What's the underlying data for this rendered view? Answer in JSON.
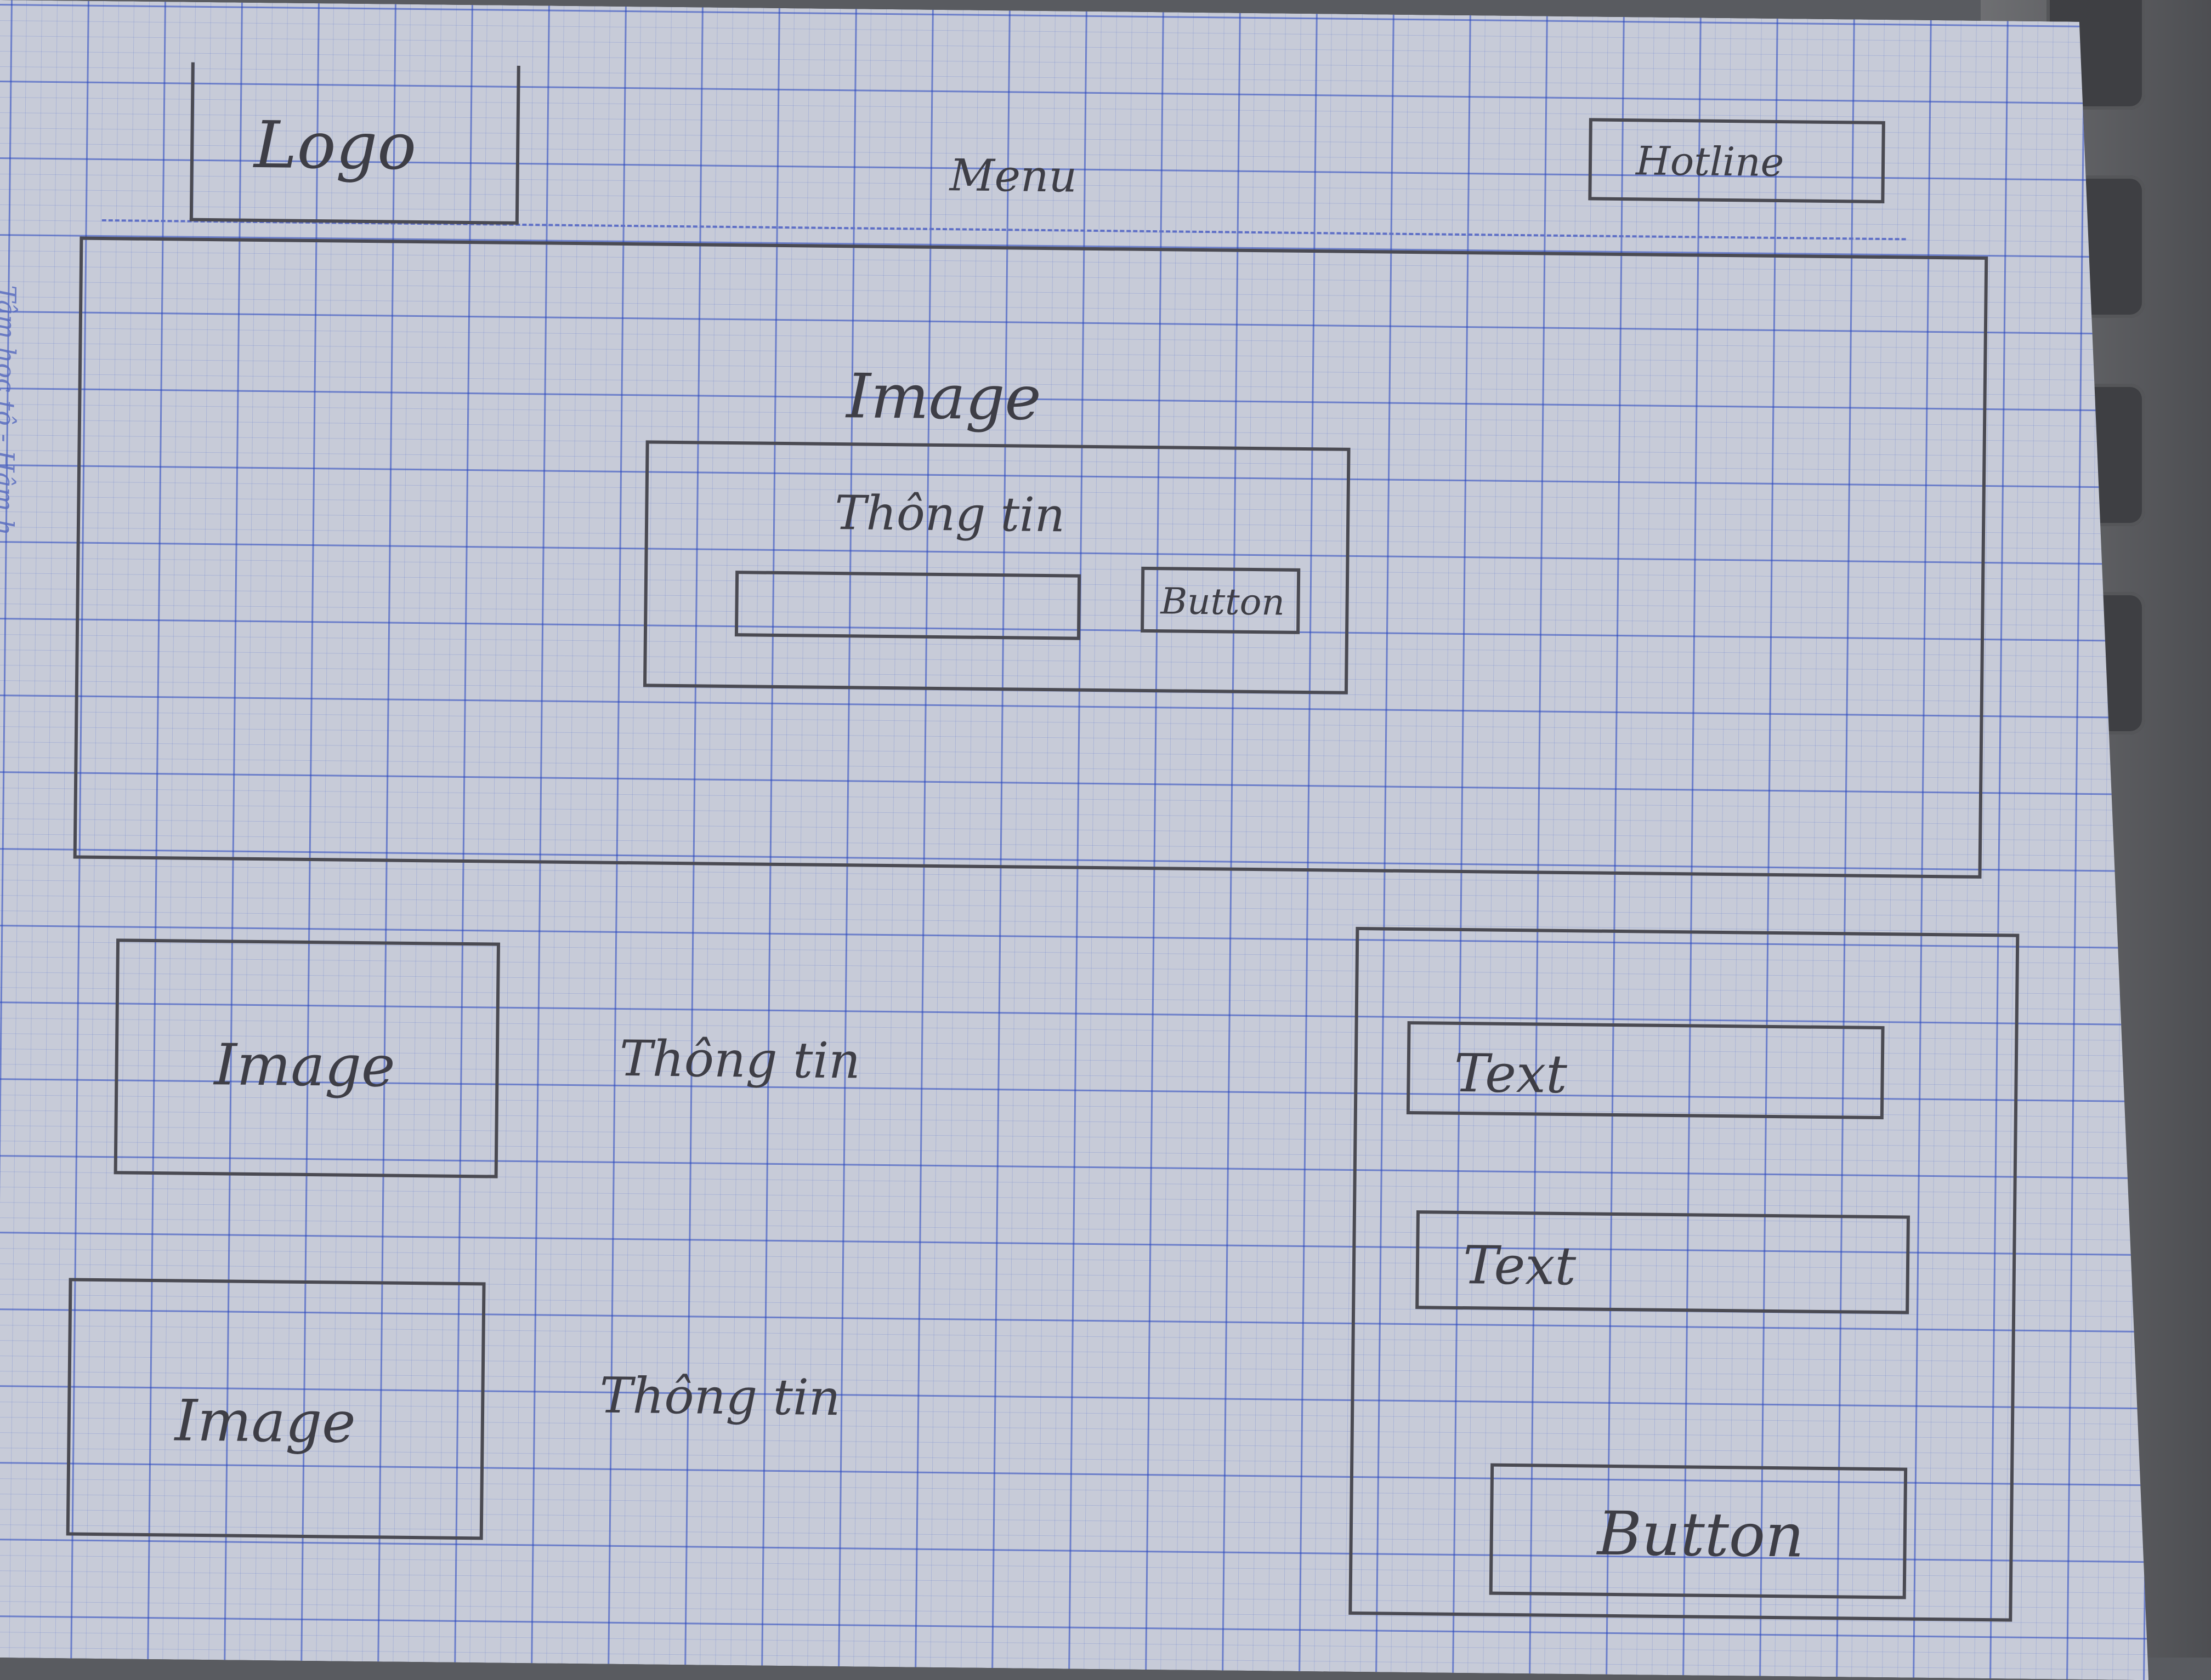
{
  "header": {
    "logo_label": "Logo",
    "menu_label": "Menu",
    "hotline_label": "Hotline"
  },
  "hero": {
    "image_label": "Image",
    "info_label": "Thông tin",
    "button_label": "Button"
  },
  "list": [
    {
      "image_label": "Image",
      "info_label": "Thông tin"
    },
    {
      "image_label": "Image",
      "info_label": "Thông tin"
    }
  ],
  "form": {
    "text_field_1": "Text",
    "text_field_2": "Text",
    "button_label": "Button"
  },
  "margin_note": "Tâm học tô - Hâm h",
  "colors": {
    "grid_blue": "#2846be",
    "pencil": "#4a4a52",
    "paper": "#c7cbd8"
  }
}
